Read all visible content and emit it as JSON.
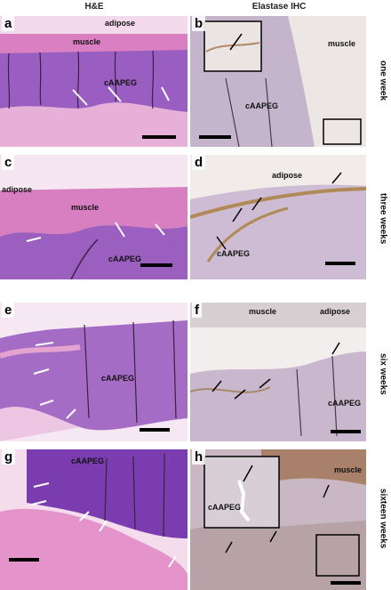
{
  "columns": {
    "left": "H&E",
    "right": "Elastase IHC"
  },
  "rows": [
    "one week",
    "three weeks",
    "six weeks",
    "sixteen weeks"
  ],
  "panels": {
    "a": {
      "letter": "a",
      "labels": [
        "adipose",
        "muscle",
        "cAAPEG"
      ]
    },
    "b": {
      "letter": "b",
      "labels": [
        "muscle",
        "cAAPEG"
      ]
    },
    "c": {
      "letter": "c",
      "labels": [
        "adipose",
        "muscle",
        "cAAPEG"
      ]
    },
    "d": {
      "letter": "d",
      "labels": [
        "adipose",
        "cAAPEG"
      ]
    },
    "e": {
      "letter": "e",
      "labels": [
        "cAAPEG"
      ]
    },
    "f": {
      "letter": "f",
      "labels": [
        "muscle",
        "adipose",
        "cAAPEG"
      ]
    },
    "g": {
      "letter": "g",
      "labels": [
        "cAAPEG"
      ]
    },
    "h": {
      "letter": "h",
      "labels": [
        "muscle",
        "cAAPEG"
      ]
    }
  },
  "colors": {
    "he_pink": "#d98fc7",
    "he_purple": "#8a4fb5",
    "ihc_bg": "#e8dfe6",
    "ihc_gel": "#b9a6c2",
    "ihc_brown": "#b78a56"
  }
}
